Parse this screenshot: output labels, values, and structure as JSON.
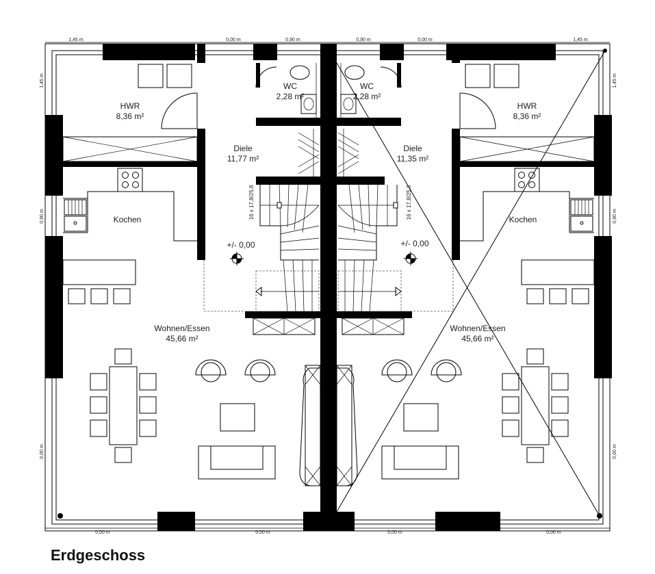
{
  "title": "Erdgeschoss",
  "rooms": {
    "left": {
      "hwr": {
        "name": "HWR",
        "area": "8,36 m²"
      },
      "wc": {
        "name": "WC",
        "area": "2,28 m²"
      },
      "diele": {
        "name": "Diele",
        "area": "11,77 m²"
      },
      "kochen": {
        "name": "Kochen"
      },
      "wohnen": {
        "name": "Wohnen/Essen",
        "area": "45,66 m²"
      }
    },
    "right": {
      "hwr": {
        "name": "HWR",
        "area": "8,36 m²"
      },
      "wc": {
        "name": "WC",
        "area": "2,28 m²"
      },
      "diele": {
        "name": "Diele",
        "area": "11,35 m²"
      },
      "kochen": {
        "name": "Kochen"
      },
      "wohnen": {
        "name": "Wohnen/Essen",
        "area": "45,66 m²"
      }
    }
  },
  "levels": {
    "left": "+/- 0,00",
    "right": "+/- 0,00"
  },
  "stairs": {
    "left": "16 x 17,8/25,8",
    "right": "16 x 17,8/25,8"
  },
  "dimensions": {
    "top": [
      "1,45 m",
      "0,00 m",
      "0,90 m",
      "0,90 m",
      "0,00 m",
      "1,45 m"
    ],
    "bottom": [
      "0,00 m",
      "0,00 m",
      "0,00 m",
      "0,00 m"
    ],
    "left": [
      "1,45 m",
      "0,90 m",
      "0,00 m"
    ],
    "right": [
      "1,45 m",
      "0,90 m",
      "0,00 m"
    ]
  },
  "colors": {
    "wall": "#000000",
    "paper": "#ffffff"
  }
}
